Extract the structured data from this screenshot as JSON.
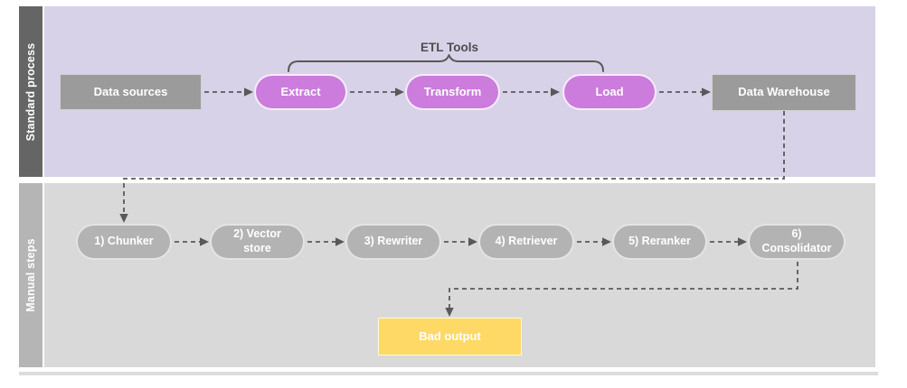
{
  "colors": {
    "lane1_body": "#d8d2e8",
    "lane1_sidebar": "#666566",
    "lane2_body": "#d9d9d9",
    "lane2_sidebar": "#b5b5b5",
    "gray_node": "#9b9b9b",
    "pink_node": "#cb7cdc",
    "manual_node": "#b3b3b3",
    "yellow_node": "#ffd966",
    "edge": "#595959",
    "etl_text": "#4d4d4d"
  },
  "lanes": {
    "standard": {
      "label": "Standard process"
    },
    "manual": {
      "label": "Manual steps"
    }
  },
  "annotations": {
    "etl_tools": "ETL Tools"
  },
  "nodes": {
    "data_sources": "Data sources",
    "extract": "Extract",
    "transform": "Transform",
    "load": "Load",
    "data_warehouse": "Data Warehouse",
    "chunker": "1) Chunker",
    "vector_store": "2) Vector store",
    "rewriter": "3) Rewriter",
    "retriever": "4) Retriever",
    "reranker": "5) Reranker",
    "consolidator": "6) Consolidator",
    "bad_output": "Bad output"
  }
}
